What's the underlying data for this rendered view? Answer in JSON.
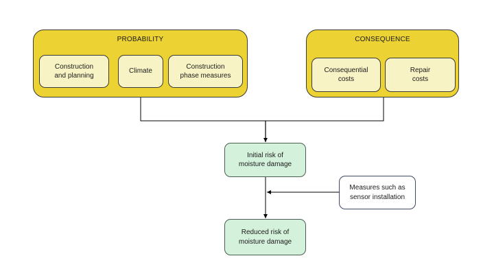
{
  "probability": {
    "title": "PROBABILITY",
    "factors": [
      {
        "label": "Construction\nand planning"
      },
      {
        "label": "Climate"
      },
      {
        "label": "Construction\nphase measures"
      }
    ]
  },
  "consequence": {
    "title": "CONSEQUENCE",
    "factors": [
      {
        "label": "Consequential\ncosts"
      },
      {
        "label": "Repair\ncosts"
      }
    ]
  },
  "initial_risk": {
    "label": "Initial risk of\nmoisture damage"
  },
  "measures": {
    "label": "Measures such as\nsensor installation"
  },
  "reduced_risk": {
    "label": "Reduced risk of\nmoisture damage"
  },
  "colors": {
    "group_fill": "#ecd233",
    "factor_fill": "#f8f3c4",
    "risk_fill": "#d4f1db",
    "line": "#000000"
  }
}
